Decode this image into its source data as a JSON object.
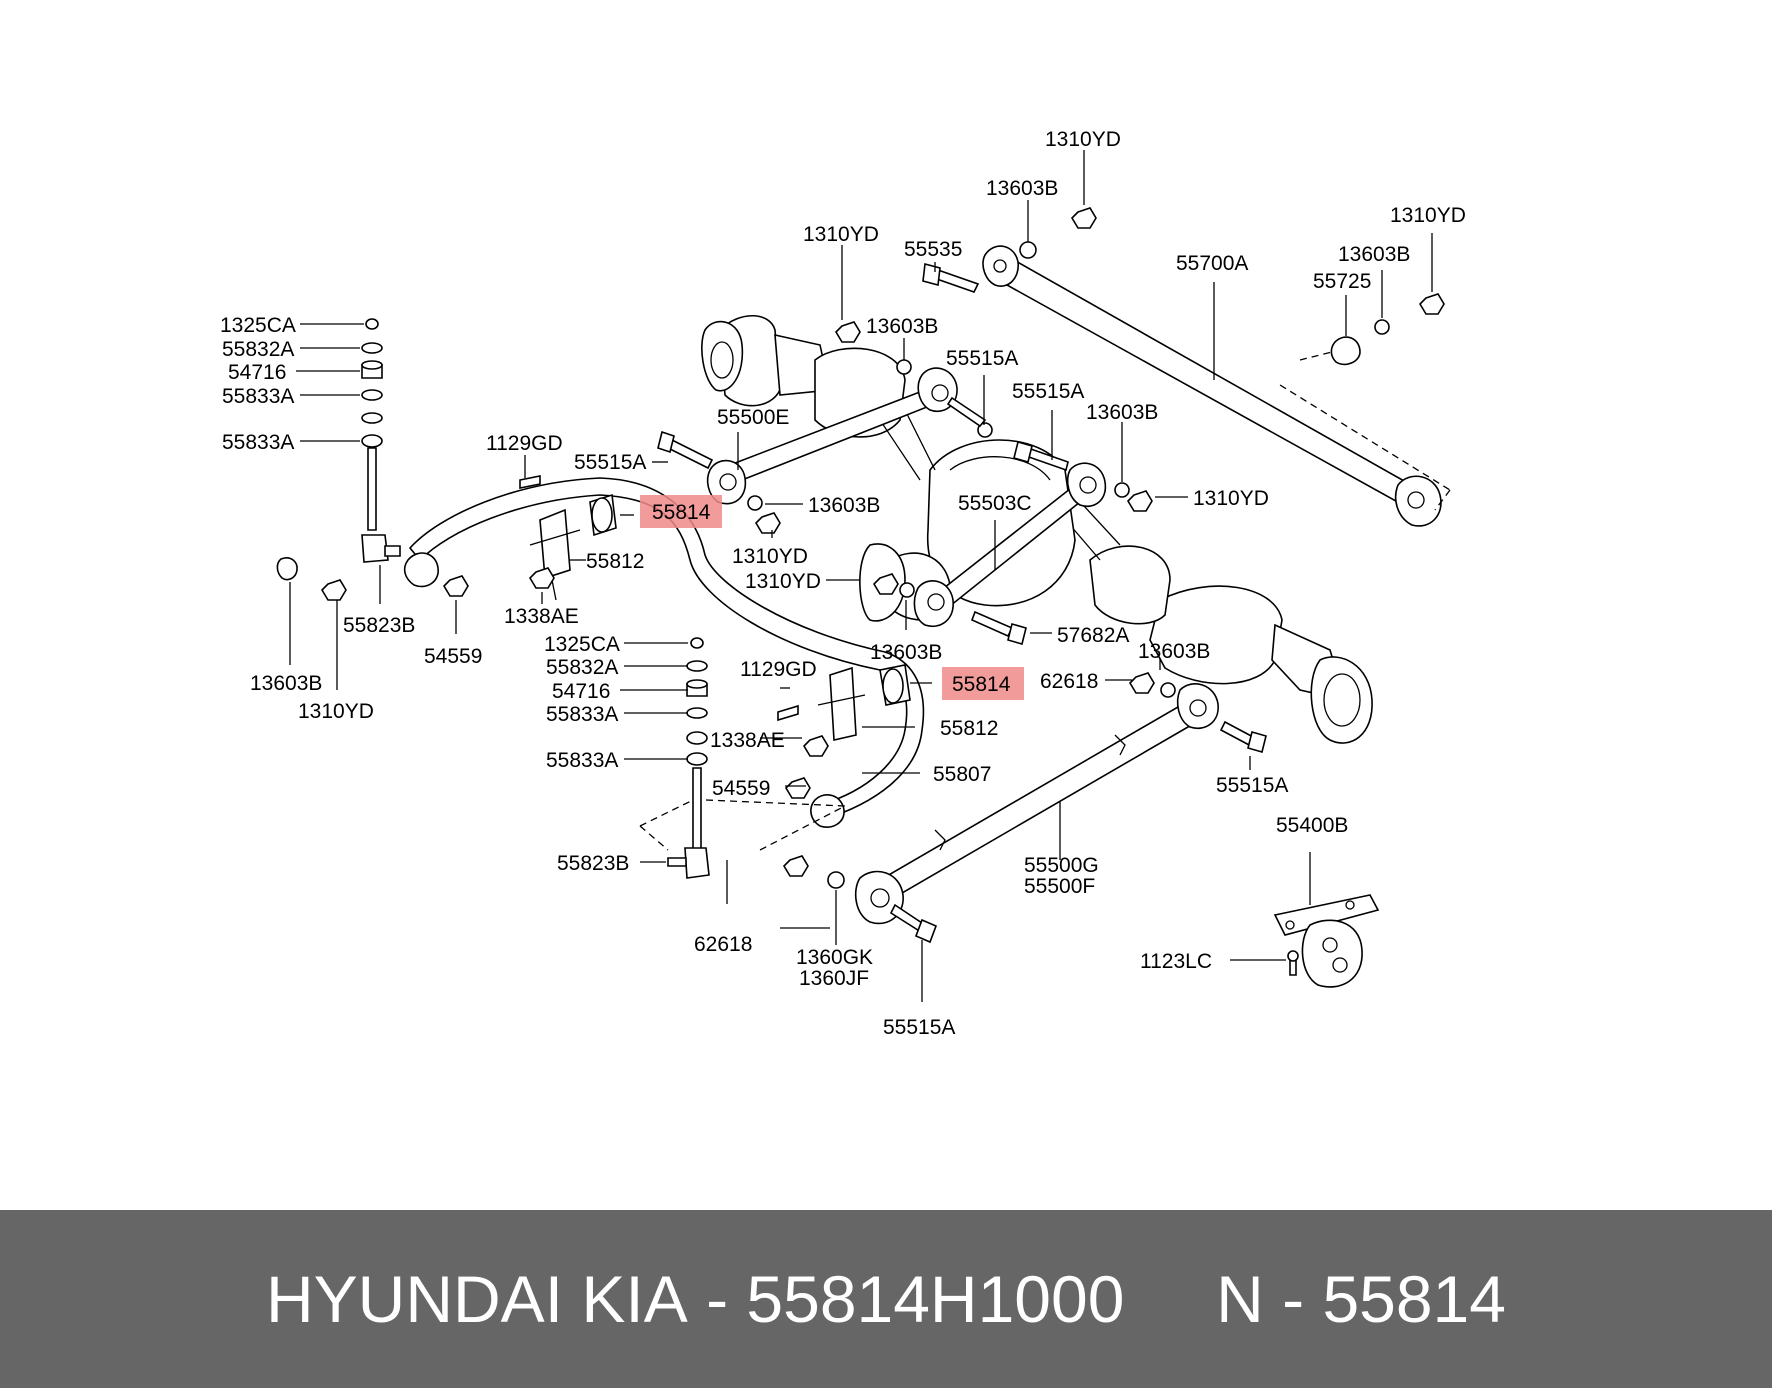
{
  "diagram": {
    "labels": {
      "l_1310YD_top": "1310YD",
      "l_13603B_top": "13603B",
      "l_1310YD_b": "1310YD",
      "l_55535": "55535",
      "l_55700A": "55700A",
      "l_1310YD_r": "1310YD",
      "l_13603B_r": "13603B",
      "l_55725": "55725",
      "l_13603B_m": "13603B",
      "l_55515A_1": "55515A",
      "l_55515A_2": "55515A",
      "l_13603B_m2": "13603B",
      "l_55500E": "55500E",
      "l_55515A_3": "55515A",
      "l_13603B_c": "13603B",
      "l_1310YD_c": "1310YD",
      "l_1310YD_c2": "1310YD",
      "l_55503C": "55503C",
      "l_1310YD_c3": "1310YD",
      "l_13603B_c2": "13603B",
      "l_57682A": "57682A",
      "l_13603B_c3": "13603B",
      "l_62618_r": "62618",
      "l_55515A_4": "55515A",
      "l_1325CA_1": "1325CA",
      "l_55832A_1": "55832A",
      "l_54716_1": "54716",
      "l_55833A_1": "55833A",
      "l_55833A_2": "55833A",
      "l_1129GD_1": "1129GD",
      "l_55812_1": "55812",
      "l_1338AE_1": "1338AE",
      "l_55823B_1": "55823B",
      "l_54559_1": "54559",
      "l_13603B_l": "13603B",
      "l_1310YD_l": "1310YD",
      "l_1325CA_2": "1325CA",
      "l_55832A_2": "55832A",
      "l_54716_2": "54716",
      "l_55833A_3": "55833A",
      "l_55833A_4": "55833A",
      "l_1129GD_2": "1129GD",
      "l_1338AE_2": "1338AE",
      "l_55812_2": "55812",
      "l_54559_2": "54559",
      "l_55807": "55807",
      "l_55823B_2": "55823B",
      "l_62618_b": "62618",
      "l_55500G": "55500G",
      "l_55500F": "55500F",
      "l_1360GK": "1360GK",
      "l_1360JF": "1360JF",
      "l_55515A_5": "55515A",
      "l_55400B": "55400B",
      "l_1123LC": "1123LC"
    },
    "highlighted": {
      "hl_1": "55814",
      "hl_2": "55814"
    },
    "highlight_color": "#f08a8a"
  },
  "banner": {
    "brand": "HYUNDAI KIA",
    "part_number": "55814H1000",
    "ref": "N - 55814",
    "background": "#666666",
    "text_color": "#ffffff"
  }
}
